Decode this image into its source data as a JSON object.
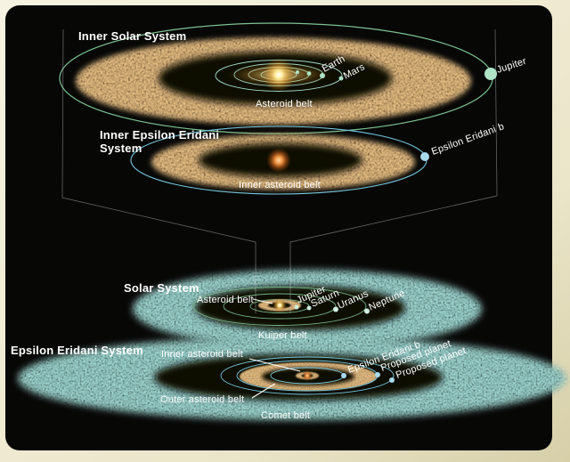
{
  "colors": {
    "frame": "#ece6cd",
    "background": "#070706",
    "orbit_green": "#7cc28f",
    "orbit_aqua": "#9fd8c4",
    "orbit_cyan": "#74c6de",
    "belt_brown": "#8a5a28",
    "belt_teal": "#2f6a66",
    "label_text": "#ffffff",
    "planet_dot_green": "#aee3c6",
    "planet_dot_blue": "#a9d9ec"
  },
  "inner_solar_system": {
    "title": "Inner Solar System",
    "earth": "Earth",
    "mars": "Mars",
    "jupiter": "Jupiter",
    "asteroid_belt": "Asteroid belt"
  },
  "inner_epsilon_eridani": {
    "title_line1": "Inner Epsilon Eridani",
    "title_line2": "System",
    "planet_b": "Epsilon Eridani b",
    "inner_asteroid_belt": "Inner asteroid belt"
  },
  "solar_system": {
    "title": "Solar System",
    "asteroid_belt": "Asteroid belt",
    "jupiter": "Jupiter",
    "saturn": "Saturn",
    "uranus": "Uranus",
    "neptune": "Neptune",
    "kuiper_belt": "Kuiper belt"
  },
  "epsilon_eridani_system": {
    "title": "Epsilon Eridani System",
    "inner_asteroid_belt": "Inner asteroid belt",
    "planet_b": "Epsilon Eridani b",
    "proposed_planet_1": "Proposed planet",
    "proposed_planet_2": "Proposed planet",
    "outer_asteroid_belt": "Outer asteroid belt",
    "comet_belt": "Comet belt"
  }
}
